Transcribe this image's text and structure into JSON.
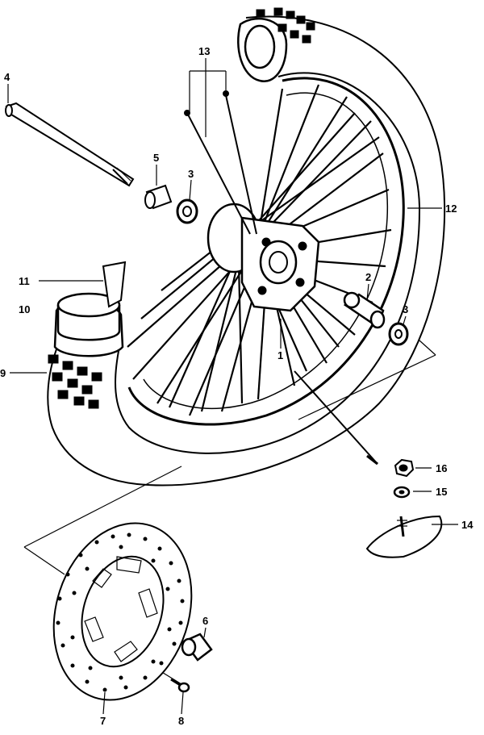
{
  "diagram": {
    "callouts": [
      {
        "id": "lbl-1",
        "text": "1"
      },
      {
        "id": "lbl-2",
        "text": "2"
      },
      {
        "id": "lbl-3a",
        "text": "3"
      },
      {
        "id": "lbl-3b",
        "text": "3"
      },
      {
        "id": "lbl-4",
        "text": "4"
      },
      {
        "id": "lbl-5",
        "text": "5"
      },
      {
        "id": "lbl-6",
        "text": "6"
      },
      {
        "id": "lbl-7",
        "text": "7"
      },
      {
        "id": "lbl-8",
        "text": "8"
      },
      {
        "id": "lbl-9",
        "text": "9"
      },
      {
        "id": "lbl-10",
        "text": "10"
      },
      {
        "id": "lbl-11",
        "text": "11"
      },
      {
        "id": "lbl-12",
        "text": "12"
      },
      {
        "id": "lbl-13",
        "text": "13"
      },
      {
        "id": "lbl-14",
        "text": "14"
      },
      {
        "id": "lbl-15",
        "text": "15"
      },
      {
        "id": "lbl-16",
        "text": "16"
      }
    ]
  }
}
